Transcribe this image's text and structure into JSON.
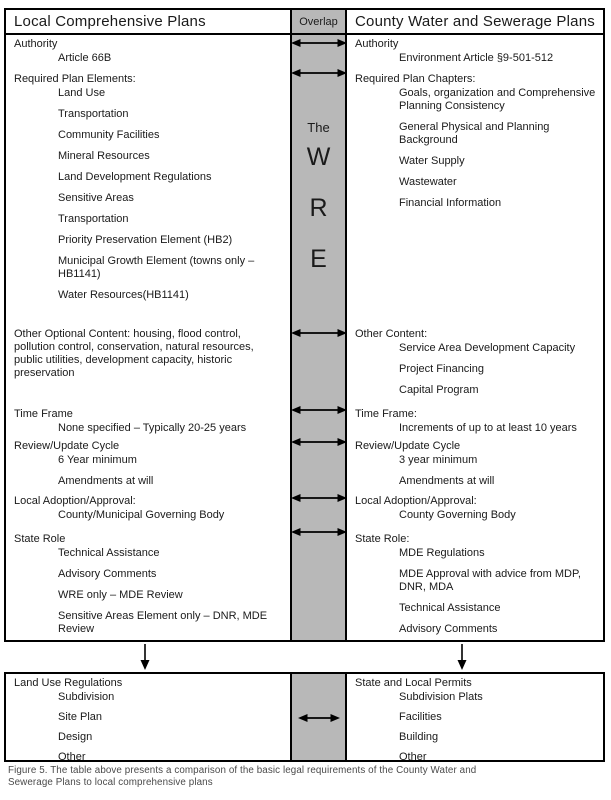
{
  "header": {
    "left": "Local Comprehensive Plans",
    "middle": "Overlap",
    "right": "County Water and Sewerage Plans"
  },
  "overlap": {
    "the": "The",
    "letters": [
      "W",
      "R",
      "E"
    ]
  },
  "rows": [
    {
      "left": {
        "heading": "Authority",
        "items": [
          "Article 66B"
        ]
      },
      "right": {
        "heading": "Authority",
        "items": [
          "Environment Article §9-501-512"
        ]
      }
    },
    {
      "left": {
        "heading": "Required Plan Elements:",
        "items": [
          "Land Use",
          "Transportation",
          "Community Facilities",
          "Mineral Resources",
          "Land Development Regulations",
          "Sensitive Areas",
          "Transportation",
          "Priority Preservation Element (HB2)",
          "Municipal Growth Element (towns only – HB1141)",
          "Water Resources(HB1141)"
        ]
      },
      "right": {
        "heading": "Required Plan Chapters:",
        "items": [
          "Goals, organization and Comprehensive Planning Consistency",
          "General Physical and Planning Background",
          "Water Supply",
          "Wastewater",
          "Financial Information"
        ]
      }
    },
    {
      "left": {
        "paragraph": "Other Optional Content: housing, flood control, pollution control, conservation, natural resources, public utilities, development capacity, historic preservation"
      },
      "right": {
        "heading": "Other Content:",
        "items": [
          "Service Area Development Capacity",
          "Project Financing",
          "Capital Program"
        ]
      }
    },
    {
      "left": {
        "heading": "Time Frame",
        "items": [
          "None specified – Typically 20-25 years"
        ]
      },
      "right": {
        "heading": "Time Frame:",
        "items": [
          "Increments of up to at least 10 years"
        ]
      }
    },
    {
      "left": {
        "heading": "Review/Update Cycle",
        "items": [
          "6 Year minimum",
          "Amendments at will"
        ]
      },
      "right": {
        "heading": "Review/Update Cycle",
        "items": [
          "3 year minimum",
          "Amendments at will"
        ]
      }
    },
    {
      "left": {
        "heading": "Local Adoption/Approval:",
        "items": [
          "County/Municipal Governing Body"
        ]
      },
      "right": {
        "heading": "Local Adoption/Approval:",
        "items": [
          "County Governing Body"
        ]
      }
    },
    {
      "left": {
        "heading": "State Role",
        "items": [
          "Technical Assistance",
          "Advisory Comments",
          "WRE only – MDE Review",
          "Sensitive Areas Element only – DNR, MDE Review"
        ]
      },
      "right": {
        "heading": "State Role:",
        "items": [
          "MDE Regulations",
          "MDE Approval with advice from MDP, DNR, MDA",
          "Technical Assistance",
          "Advisory Comments"
        ]
      }
    }
  ],
  "bottom": {
    "left": {
      "heading": "Land Use Regulations",
      "items": [
        "Subdivision",
        "Site Plan",
        "Design",
        "Other"
      ]
    },
    "right": {
      "heading": "State and Local Permits",
      "items": [
        "Subdivision Plats",
        "Facilities",
        "Building",
        "Other"
      ]
    }
  },
  "caption": {
    "line1": "Figure 5. The table above presents a comparison of the basic legal requirements of the County Water and",
    "line2": "Sewerage Plans to local comprehensive plans"
  },
  "colors": {
    "overlap_bg": "#b8b8b8",
    "border": "#000000",
    "text": "#1a1a1a",
    "caption_text": "#4a4a4a"
  }
}
